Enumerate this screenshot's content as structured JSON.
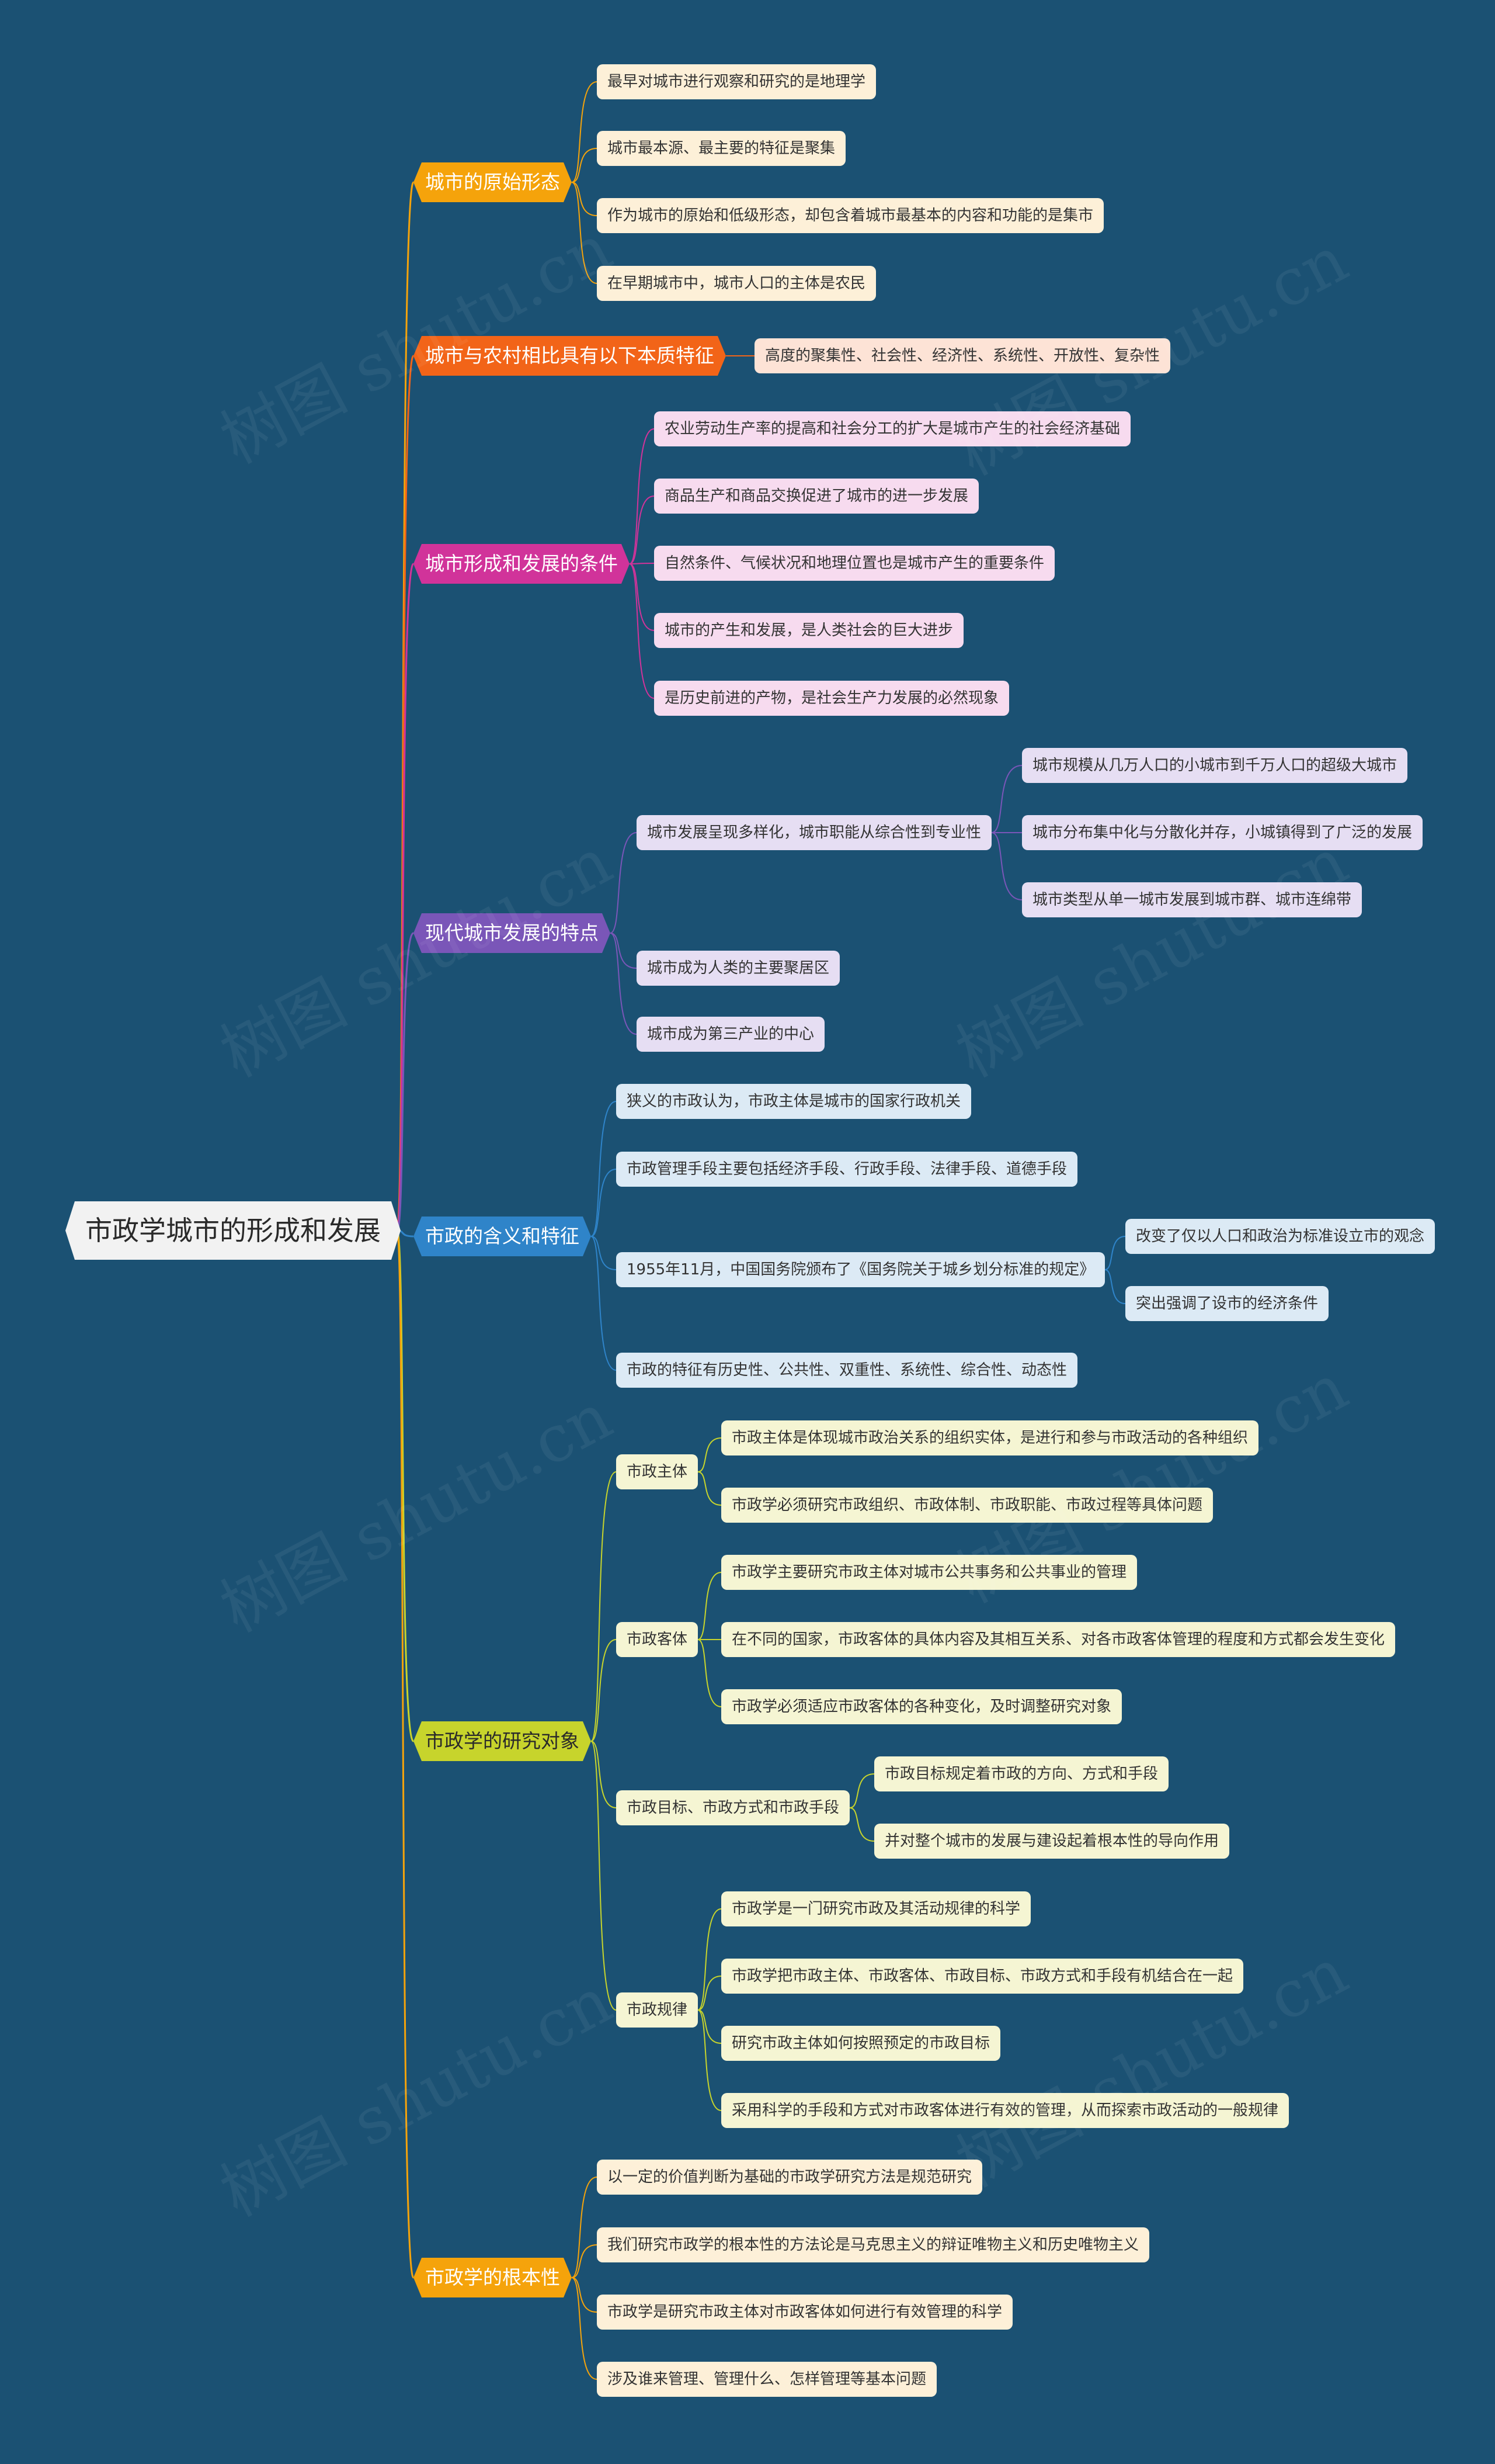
{
  "root": {
    "label": "市政学城市的形成和发展"
  },
  "branches": [
    {
      "label": "城市的原始形态",
      "color": "#f5a30b",
      "leaf_bg": "#fdf0d8",
      "children": [
        {
          "label": "最早对城市进行观察和研究的是地理学"
        },
        {
          "label": "城市最本源、最主要的特征是聚集"
        },
        {
          "label": "作为城市的原始和低级形态，却包含着城市最基本的内容和功能的是集市"
        },
        {
          "label": "在早期城市中，城市人口的主体是农民"
        }
      ]
    },
    {
      "label": "城市与农村相比具有以下本质特征",
      "color": "#f26418",
      "leaf_bg": "#fde3d6",
      "children": [
        {
          "label": "高度的聚集性、社会性、经济性、系统性、开放性、复杂性"
        }
      ]
    },
    {
      "label": "城市形成和发展的条件",
      "color": "#d1339a",
      "leaf_bg": "#f7dbef",
      "children": [
        {
          "label": "农业劳动生产率的提高和社会分工的扩大是城市产生的社会经济基础"
        },
        {
          "label": "商品生产和商品交换促进了城市的进一步发展"
        },
        {
          "label": "自然条件、气候状况和地理位置也是城市产生的重要条件"
        },
        {
          "label": "城市的产生和发展，是人类社会的巨大进步"
        },
        {
          "label": "是历史前进的产物，是社会生产力发展的必然现象"
        }
      ]
    },
    {
      "label": "现代城市发展的特点",
      "color": "#7a56b8",
      "leaf_bg": "#e6def3",
      "children": [
        {
          "label": "城市发展呈现多样化，城市职能从综合性到专业性",
          "children": [
            {
              "label": "城市规模从几万人口的小城市到千万人口的超级大城市"
            },
            {
              "label": "城市分布集中化与分散化并存，小城镇得到了广泛的发展"
            },
            {
              "label": "城市类型从单一城市发展到城市群、城市连绵带"
            }
          ]
        },
        {
          "label": "城市成为人类的主要聚居区"
        },
        {
          "label": "城市成为第三产业的中心"
        }
      ]
    },
    {
      "label": "市政的含义和特征",
      "color": "#2f84c9",
      "leaf_bg": "#dceaf5",
      "children": [
        {
          "label": "狭义的市政认为，市政主体是城市的国家行政机关"
        },
        {
          "label": "市政管理手段主要包括经济手段、行政手段、法律手段、道德手段"
        },
        {
          "label": "1955年11月，中国国务院颁布了《国务院关于城乡划分标准的规定》",
          "children": [
            {
              "label": "改变了仅以人口和政治为标准设立市的观念"
            },
            {
              "label": "突出强调了设市的经济条件"
            }
          ]
        },
        {
          "label": "市政的特征有历史性、公共性、双重性、系统性、综合性、动态性"
        }
      ]
    },
    {
      "label": "市政学的研究对象",
      "color": "#c7d42c",
      "leaf_bg": "#f5f5d3",
      "children": [
        {
          "label": "市政主体",
          "children": [
            {
              "label": "市政主体是体现城市政治关系的组织实体，是进行和参与市政活动的各种组织"
            },
            {
              "label": "市政学必须研究市政组织、市政体制、市政职能、市政过程等具体问题"
            }
          ]
        },
        {
          "label": "市政客体",
          "children": [
            {
              "label": "市政学主要研究市政主体对城市公共事务和公共事业的管理"
            },
            {
              "label": "在不同的国家，市政客体的具体内容及其相互关系、对各市政客体管理的程度和方式都会发生变化"
            },
            {
              "label": "市政学必须适应市政客体的各种变化，及时调整研究对象"
            }
          ]
        },
        {
          "label": "市政目标、市政方式和市政手段",
          "children": [
            {
              "label": "市政目标规定着市政的方向、方式和手段"
            },
            {
              "label": "并对整个城市的发展与建设起着根本性的导向作用"
            }
          ]
        },
        {
          "label": "市政规律",
          "children": [
            {
              "label": "市政学是一门研究市政及其活动规律的科学"
            },
            {
              "label": "市政学把市政主体、市政客体、市政目标、市政方式和手段有机结合在一起"
            },
            {
              "label": "研究市政主体如何按照预定的市政目标"
            },
            {
              "label": "采用科学的手段和方式对市政客体进行有效的管理，从而探索市政活动的一般规律"
            }
          ]
        }
      ]
    },
    {
      "label": "市政学的根本性",
      "color": "#f5a30b",
      "leaf_bg": "#fdf0d8",
      "children": [
        {
          "label": "以一定的价值判断为基础的市政学研究方法是规范研究"
        },
        {
          "label": "我们研究市政学的根本性的方法论是马克思主义的辩证唯物主义和历史唯物主义"
        },
        {
          "label": "市政学是研究市政主体对市政客体如何进行有效管理的科学"
        },
        {
          "label": "涉及谁来管理、管理什么、怎样管理等基本问题"
        }
      ]
    }
  ],
  "watermark": {
    "text": "树图 shutu.cn"
  }
}
